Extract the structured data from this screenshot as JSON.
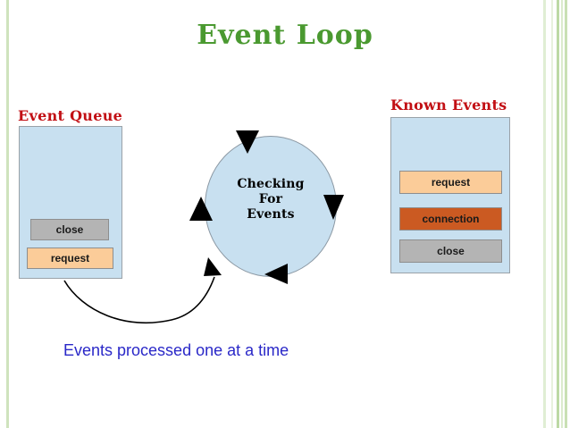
{
  "slide": {
    "title": "Event Loop",
    "caption": "Events processed one at a time",
    "background_color": "#ffffff",
    "title_color": "#4a9930",
    "heading_color": "#c20f14",
    "caption_color": "#2a28c8",
    "panel_fill": "#c8e0f0",
    "panel_border": "#9aa2a8",
    "decor_line_color": "#cfe3bd"
  },
  "event_queue": {
    "heading": "Event Queue",
    "items": [
      {
        "label": "close",
        "color": "#b4b4b4"
      },
      {
        "label": "request",
        "color": "#fbcc99"
      }
    ]
  },
  "known_events": {
    "heading": "Known Events",
    "items": [
      {
        "label": "request",
        "color": "#fbcc99"
      },
      {
        "label": "connection",
        "color": "#cb5a22"
      },
      {
        "label": "close",
        "color": "#b4b4b4"
      }
    ]
  },
  "loop": {
    "label_line1": "Checking",
    "label_line2": "For",
    "label_line3": "Events",
    "fill": "#c8e0f0",
    "stroke": "#8b98a3",
    "arrows": [
      {
        "name": "arrow-top",
        "direction": "down"
      },
      {
        "name": "arrow-right",
        "direction": "down"
      },
      {
        "name": "arrow-bottom",
        "direction": "left"
      },
      {
        "name": "arrow-left",
        "direction": "up"
      }
    ],
    "rotation": "clockwise"
  },
  "flow_arrow": {
    "name": "queue-to-loop-arrow",
    "from": "event-queue",
    "to": "loop-circle",
    "color": "#000000"
  }
}
